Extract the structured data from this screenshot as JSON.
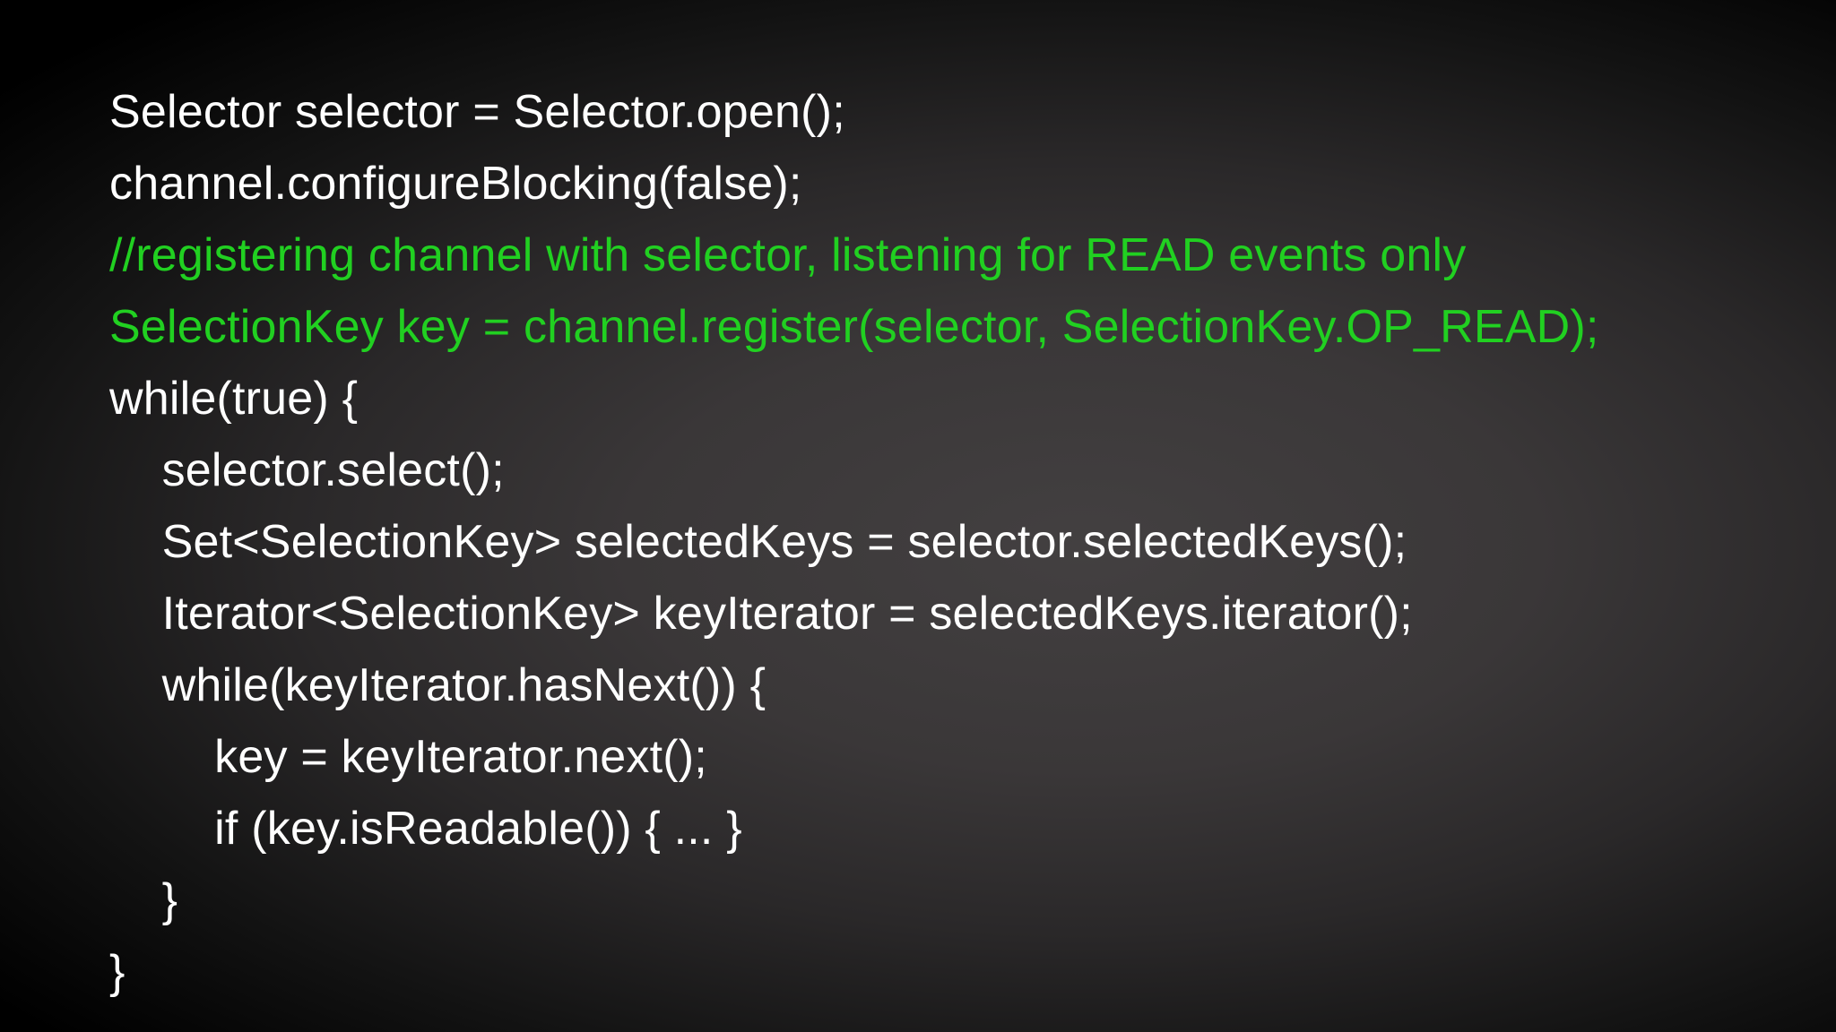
{
  "slide": {
    "type": "code-slide",
    "colors": {
      "background_center": "#403e3f",
      "background_edge": "#000000",
      "code_text": "#ffffff",
      "comment_text": "#21d021"
    },
    "code_lines": [
      {
        "text": "Selector selector = Selector.open();",
        "color": "white"
      },
      {
        "text": "channel.configureBlocking(false);",
        "color": "white"
      },
      {
        "text": "//registering channel with selector, listening for READ events only",
        "color": "green"
      },
      {
        "text": "SelectionKey key = channel.register(selector, SelectionKey.OP_READ);",
        "color": "green"
      },
      {
        "text": "while(true) {",
        "color": "white"
      },
      {
        "text": "    selector.select();",
        "color": "white"
      },
      {
        "text": "    Set<SelectionKey> selectedKeys = selector.selectedKeys();",
        "color": "white"
      },
      {
        "text": "    Iterator<SelectionKey> keyIterator = selectedKeys.iterator();",
        "color": "white"
      },
      {
        "text": "    while(keyIterator.hasNext()) {",
        "color": "white"
      },
      {
        "text": "        key = keyIterator.next();",
        "color": "white"
      },
      {
        "text": "        if (key.isReadable()) { ... }",
        "color": "white"
      },
      {
        "text": "    }",
        "color": "white"
      },
      {
        "text": "}",
        "color": "white"
      }
    ]
  }
}
